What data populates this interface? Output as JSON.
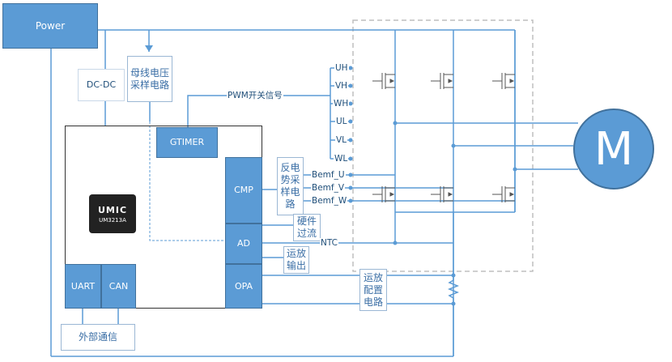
{
  "blocks": {
    "power": "Power",
    "dcdc": "DC-DC",
    "bus_voltage_sampling": "母线电压采样电路",
    "gtimer": "GTIMER",
    "cmp": "CMP",
    "ad": "AD",
    "opa": "OPA",
    "uart": "UART",
    "can": "CAN",
    "external_comm": "外部通信",
    "bemf_sampling": "反电势采样电路",
    "hw_overcurrent": "硬件过流",
    "opamp_output": "运放输出",
    "opamp_config": "运放配置电路"
  },
  "signals": {
    "pwm": "PWM开关信号",
    "uh": "UH",
    "vh": "VH",
    "wh": "WH",
    "ul": "UL",
    "vl": "VL",
    "wl": "WL",
    "bemf_u": "Bemf_U",
    "bemf_v": "Bemf_V",
    "bemf_w": "Bemf_W",
    "ntc": "NTC"
  },
  "chip": {
    "brand": "UMIC",
    "model": "UM3213A"
  },
  "motor": {
    "label": "M"
  },
  "colors": {
    "block_fill": "#5b9bd5",
    "wire": "#5b9bd5",
    "dashed_box": "#bfbfbf"
  }
}
